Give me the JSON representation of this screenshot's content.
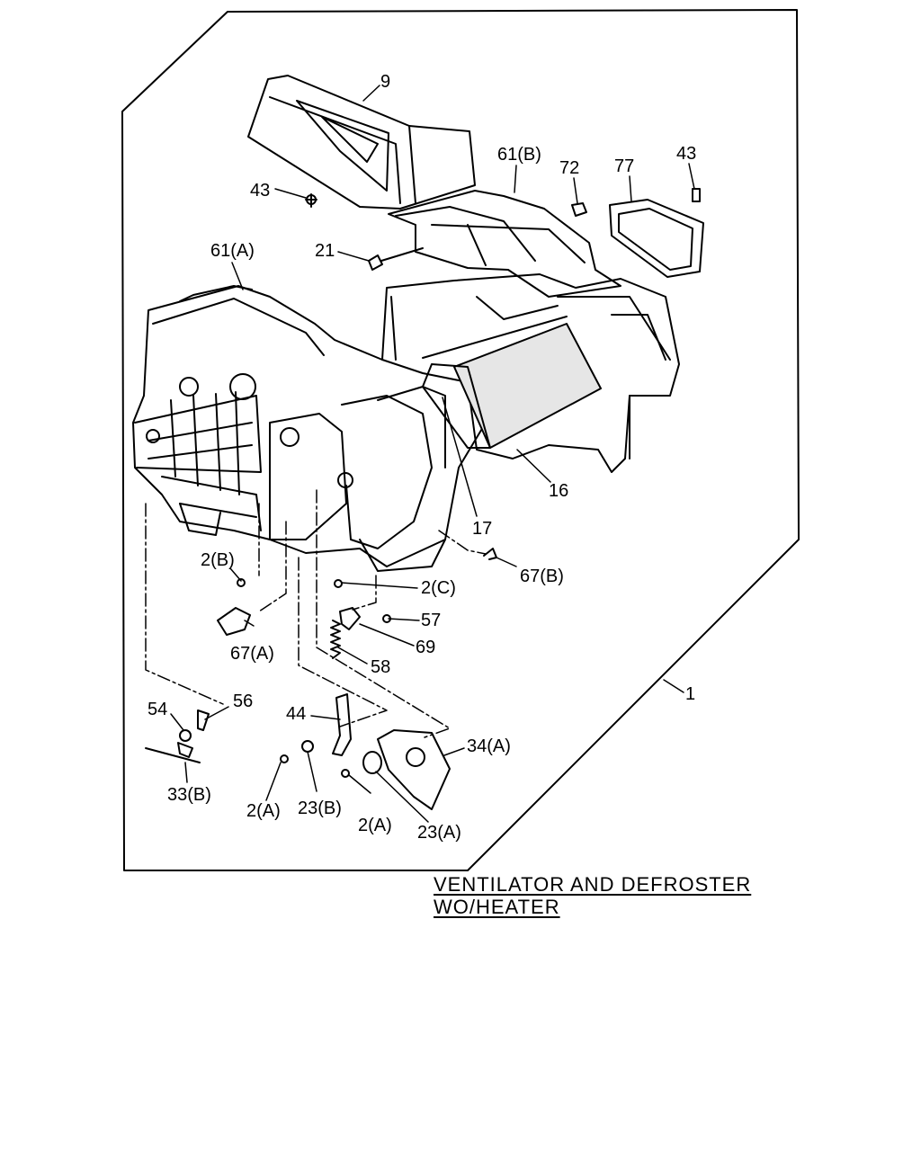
{
  "diagram": {
    "caption_line1": "VENTILATOR AND DEFROSTER",
    "caption_line2": "WO/HEATER",
    "callouts": {
      "c9": "9",
      "c61b": "61(B)",
      "c72": "72",
      "c77": "77",
      "c43r": "43",
      "c43l": "43",
      "c21": "21",
      "c61a": "61(A)",
      "c16": "16",
      "c17": "17",
      "c67b": "67(B)",
      "c2b": "2(B)",
      "c2c": "2(C)",
      "c57": "57",
      "c69": "69",
      "c67a": "67(A)",
      "c58": "58",
      "c1": "1",
      "c54": "54",
      "c56": "56",
      "c44": "44",
      "c34a": "34(A)",
      "c33b": "33(B)",
      "c2a1": "2(A)",
      "c23b": "23(B)",
      "c2a2": "2(A)",
      "c23a": "23(A)"
    }
  }
}
